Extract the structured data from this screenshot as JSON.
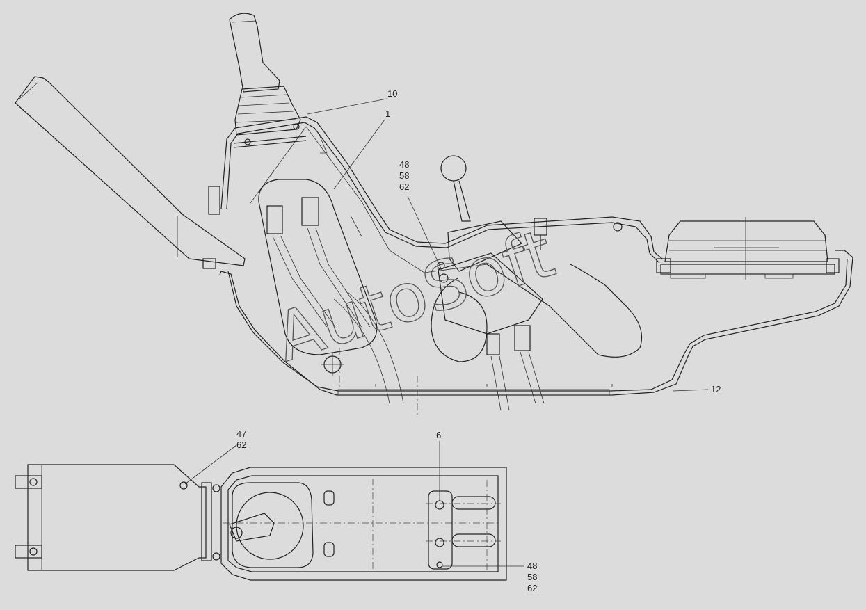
{
  "watermark": "AutoSoft",
  "callouts": {
    "c10": "10",
    "c1": "1",
    "c48_a": "48",
    "c58_a": "58",
    "c62_a": "62",
    "c12": "12",
    "c47": "47",
    "c62_b": "62",
    "c6": "6",
    "c48_b": "48",
    "c58_b": "58",
    "c62_c": "62"
  },
  "colors": {
    "background": "#dcdcdc",
    "line": "#222222"
  }
}
